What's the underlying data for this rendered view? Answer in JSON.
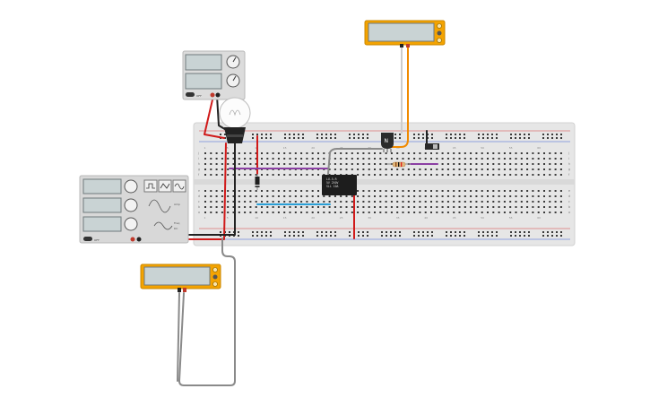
{
  "colors": {
    "breadboard": "#e6e6e6",
    "breadboard_edge": "#d2d2d2",
    "hole": "#3a3a3a",
    "multimeter_body": "#f4a300",
    "multimeter_display": "#c9d3d4",
    "supply_body": "#dcdcdc",
    "fngen_body": "#d8d8d8",
    "wire_red": "#d01a1a",
    "wire_black": "#222222",
    "wire_purple": "#8b3fa3",
    "wire_blue": "#2a9fd6",
    "wire_orange": "#f08a00",
    "wire_gray": "#8a8a8a",
    "wire_white": "#eeeeee",
    "rail_red": "#d83a3a",
    "rail_blue": "#3a5fd8",
    "resistor": "#e2b77a"
  },
  "breadboard": {
    "row_letters": [
      "a",
      "b",
      "c",
      "d",
      "e",
      "f",
      "g",
      "h",
      "i",
      "j"
    ],
    "column_numbers": [
      "1",
      "5",
      "10",
      "15",
      "20",
      "25",
      "30",
      "35",
      "40",
      "45",
      "50",
      "55",
      "60"
    ]
  },
  "components": {
    "relay_text": "LU-5-R\n5V 250V\nSLL 10A",
    "transistor_label": "N",
    "supply_button": "OFF",
    "fngen_button": "OFF",
    "fngen_labels": [
      "Amp",
      "Freq",
      "DC"
    ]
  }
}
